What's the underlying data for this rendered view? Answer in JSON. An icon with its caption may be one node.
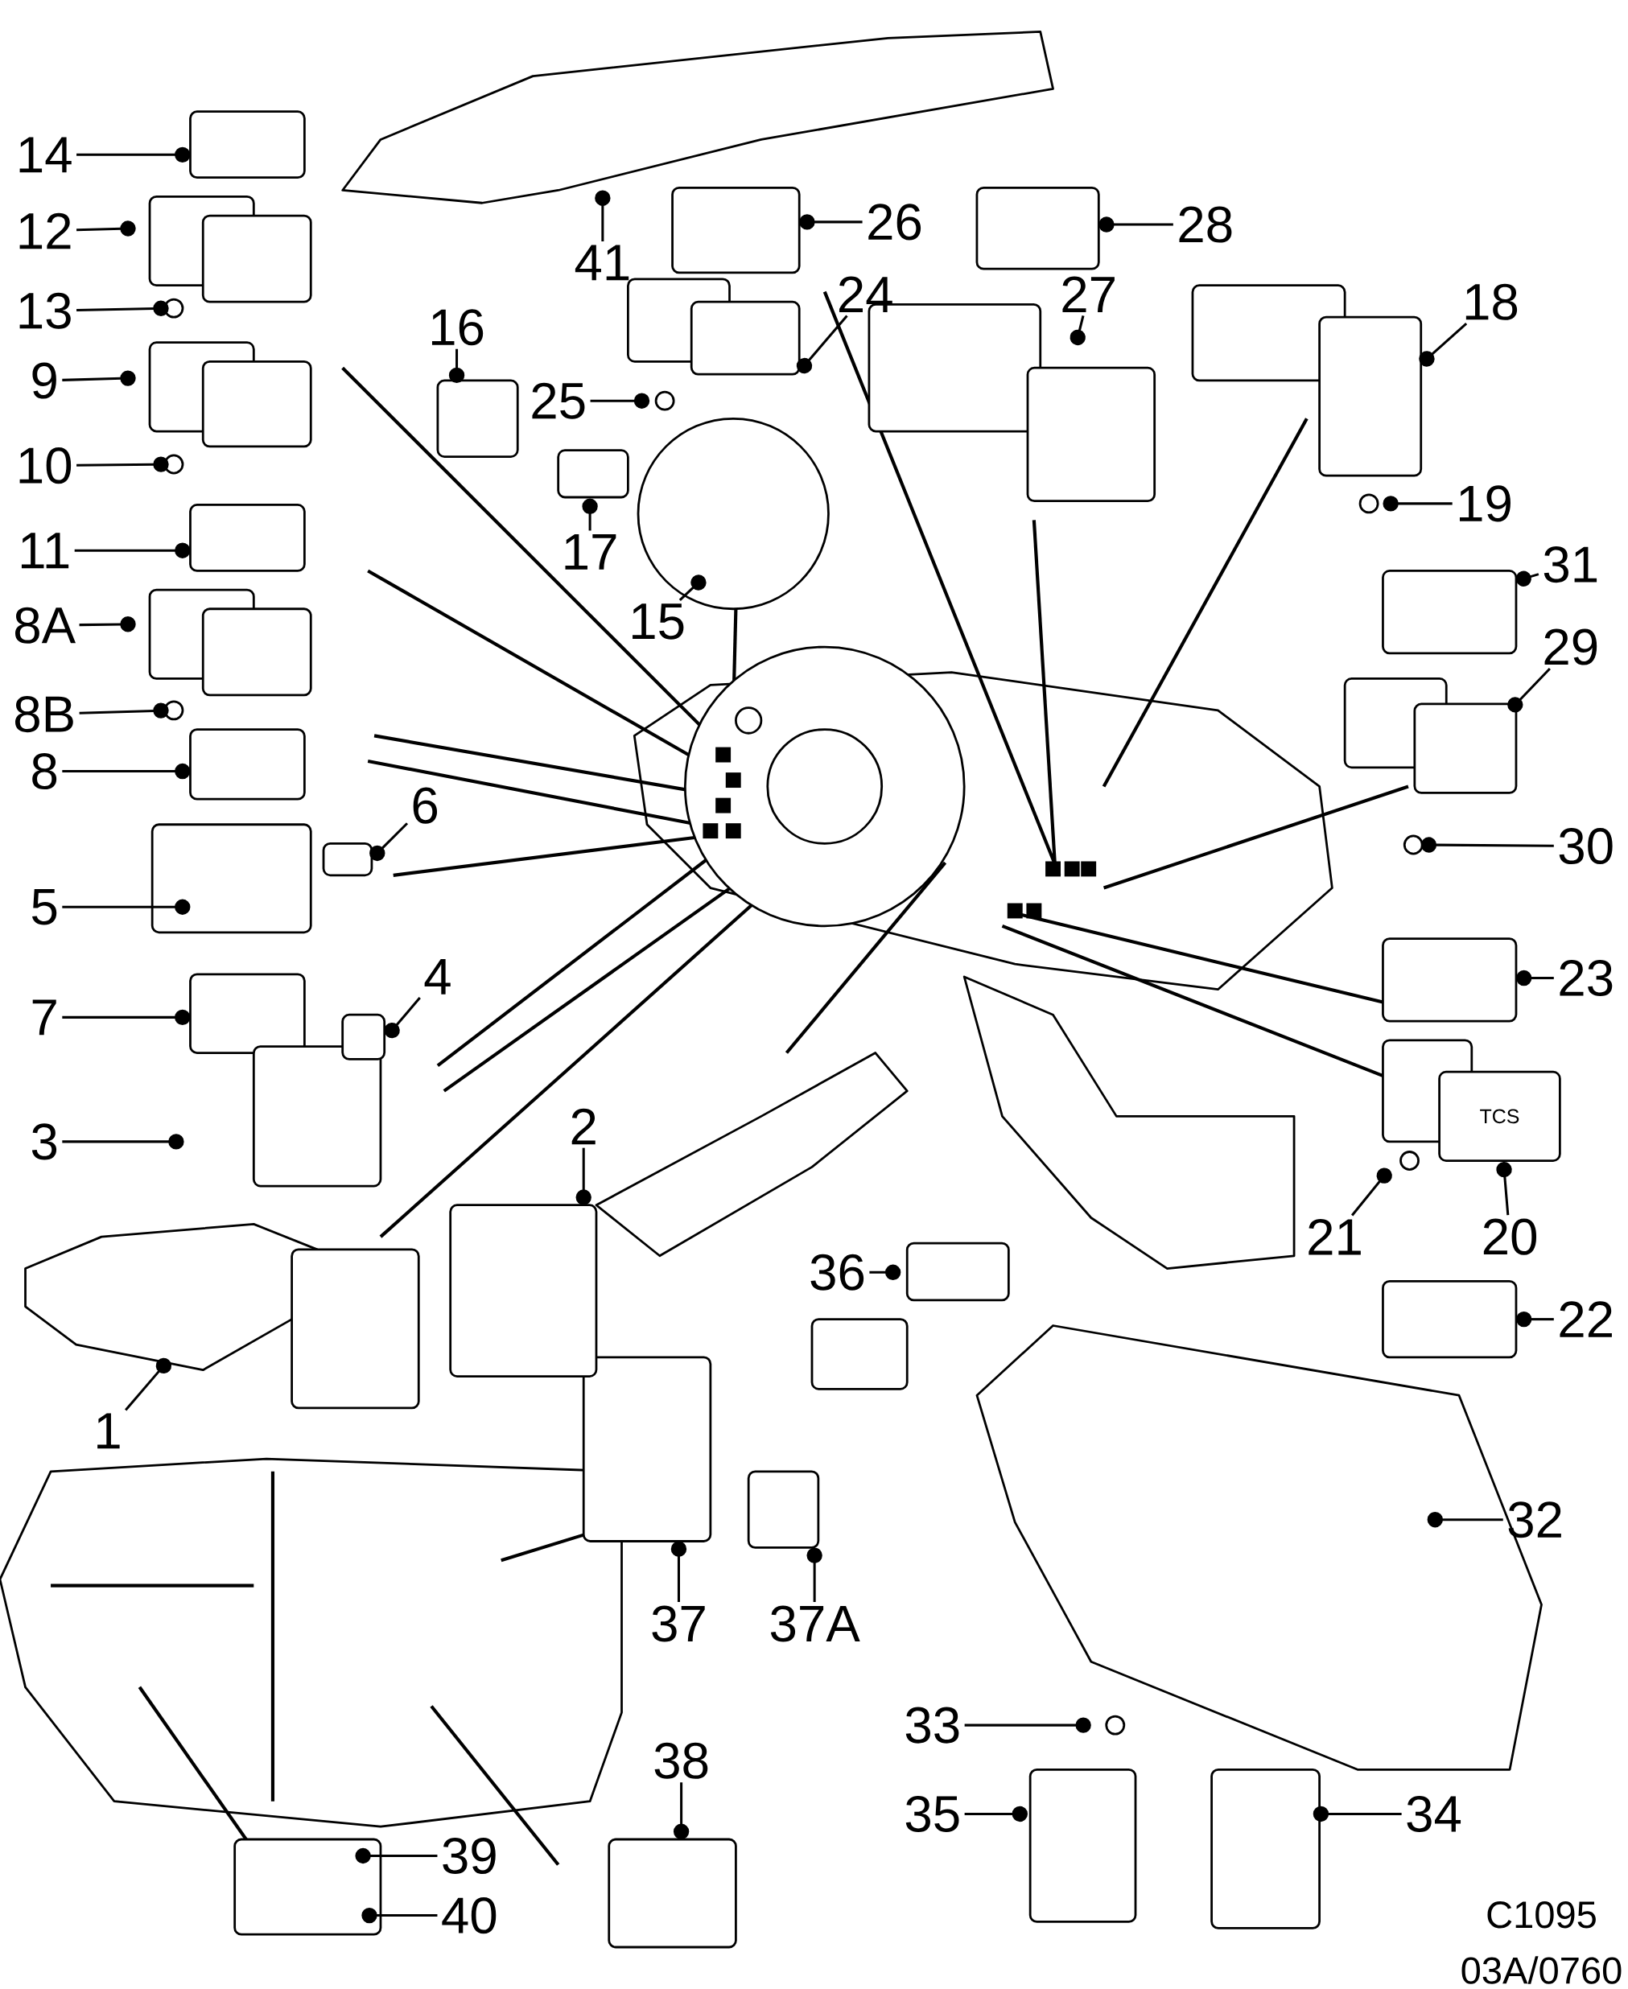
{
  "diagram": {
    "nodes": [
      {
        "text": [
          "14"
        ]
      },
      {
        "text": [
          "41"
        ]
      },
      {
        "text": [
          "26"
        ]
      },
      {
        "text": [
          "28"
        ]
      },
      {
        "text": [
          "12"
        ]
      },
      {
        "text": [
          "27"
        ]
      },
      {
        "text": [
          "24"
        ]
      },
      {
        "text": [
          "18"
        ]
      },
      {
        "text": [
          "13"
        ]
      },
      {
        "text": [
          "16"
        ]
      },
      {
        "text": [
          "9"
        ]
      },
      {
        "text": [
          "25"
        ]
      },
      {
        "text": [
          "10"
        ]
      },
      {
        "text": [
          "19"
        ]
      },
      {
        "text": [
          "11"
        ]
      },
      {
        "text": [
          "17"
        ]
      },
      {
        "text": [
          "15"
        ]
      },
      {
        "text": [
          "31"
        ]
      },
      {
        "text": [
          "8A"
        ]
      },
      {
        "text": [
          "29"
        ]
      },
      {
        "text": [
          "8B"
        ]
      },
      {
        "text": [
          "8"
        ]
      },
      {
        "text": [
          "6"
        ]
      },
      {
        "text": [
          "30"
        ]
      },
      {
        "text": [
          "5"
        ]
      },
      {
        "text": [
          "4"
        ]
      },
      {
        "text": [
          "23"
        ]
      },
      {
        "text": [
          "7"
        ]
      },
      {
        "text": [
          "2"
        ]
      },
      {
        "text": [
          "3"
        ]
      },
      {
        "text": [
          "21"
        ]
      },
      {
        "text": [
          "20"
        ]
      },
      {
        "text": [
          "36"
        ]
      },
      {
        "text": [
          "22"
        ]
      },
      {
        "text": [
          "1"
        ]
      },
      {
        "text": [
          "32"
        ]
      },
      {
        "text": [
          "37"
        ]
      },
      {
        "text": [
          "37A"
        ]
      },
      {
        "text": [
          "33"
        ]
      },
      {
        "text": [
          "38"
        ]
      },
      {
        "text": [
          "35"
        ]
      },
      {
        "text": [
          "34"
        ]
      },
      {
        "text": [
          "39"
        ]
      },
      {
        "text": [
          "40"
        ]
      },
      {
        "text": [
          "TCS"
        ]
      }
    ],
    "edges": [
      {
        "from": 0,
        "to": null,
        "arrow": "other"
      },
      {
        "from": 1,
        "to": null,
        "arrow": "other"
      },
      {
        "from": 2,
        "to": null,
        "arrow": "other"
      },
      {
        "from": 3,
        "to": null,
        "arrow": "other"
      },
      {
        "from": 4,
        "to": null,
        "arrow": "other"
      },
      {
        "from": 5,
        "to": null,
        "arrow": "other"
      },
      {
        "from": 6,
        "to": null,
        "arrow": "other"
      },
      {
        "from": 7,
        "to": null,
        "arrow": "other"
      },
      {
        "from": 8,
        "to": null,
        "arrow": "other"
      },
      {
        "from": 9,
        "to": null,
        "arrow": "other"
      },
      {
        "from": 10,
        "to": null,
        "arrow": "other"
      },
      {
        "from": 11,
        "to": null,
        "arrow": "other"
      },
      {
        "from": 12,
        "to": null,
        "arrow": "other"
      },
      {
        "from": 13,
        "to": null,
        "arrow": "other"
      },
      {
        "from": 14,
        "to": null,
        "arrow": "other"
      },
      {
        "from": 15,
        "to": null,
        "arrow": "other"
      },
      {
        "from": 16,
        "to": null,
        "arrow": "other"
      },
      {
        "from": 17,
        "to": null,
        "arrow": "other"
      },
      {
        "from": 18,
        "to": null,
        "arrow": "other"
      },
      {
        "from": 19,
        "to": null,
        "arrow": "other"
      },
      {
        "from": 20,
        "to": null,
        "arrow": "other"
      },
      {
        "from": 21,
        "to": null,
        "arrow": "other"
      },
      {
        "from": 22,
        "to": null,
        "arrow": "other"
      },
      {
        "from": 23,
        "to": null,
        "arrow": "other"
      },
      {
        "from": 24,
        "to": null,
        "arrow": "other"
      },
      {
        "from": 25,
        "to": null,
        "arrow": "other"
      },
      {
        "from": 26,
        "to": null,
        "arrow": "other"
      },
      {
        "from": 27,
        "to": null,
        "arrow": "other"
      },
      {
        "from": 28,
        "to": null,
        "arrow": "other"
      },
      {
        "from": 29,
        "to": null,
        "arrow": "other"
      },
      {
        "from": 30,
        "to": null,
        "arrow": "other"
      },
      {
        "from": 31,
        "to": 44,
        "arrow": "other"
      },
      {
        "from": 32,
        "to": null,
        "arrow": "other"
      },
      {
        "from": 33,
        "to": null,
        "arrow": "other"
      },
      {
        "from": 34,
        "to": null,
        "arrow": "other"
      },
      {
        "from": 35,
        "to": null,
        "arrow": "other"
      },
      {
        "from": 36,
        "to": null,
        "arrow": "other"
      },
      {
        "from": 37,
        "to": null,
        "arrow": "other"
      },
      {
        "from": 38,
        "to": null,
        "arrow": "other"
      },
      {
        "from": 39,
        "to": null,
        "arrow": "other"
      },
      {
        "from": 40,
        "to": null,
        "arrow": "other"
      },
      {
        "from": 41,
        "to": null,
        "arrow": "other"
      },
      {
        "from": 42,
        "to": null,
        "arrow": "other"
      },
      {
        "from": 43,
        "to": null,
        "arrow": "other"
      }
    ],
    "labels": [
      "C1095",
      "03A/0760"
    ]
  }
}
